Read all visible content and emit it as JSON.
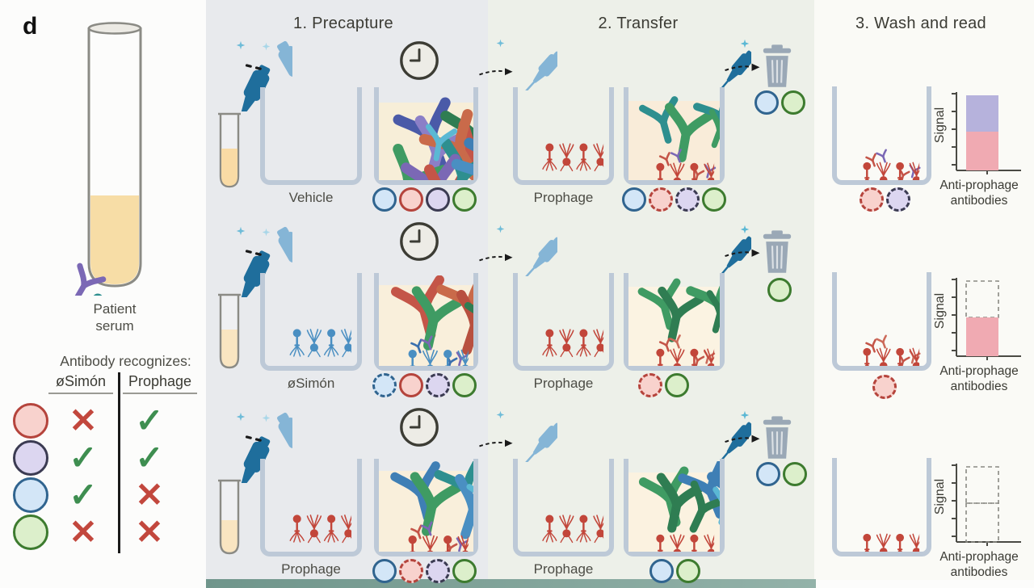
{
  "panel": {
    "label": "d"
  },
  "left": {
    "tube_caption": "Patient serum",
    "table": {
      "title": "Antibody recognizes:",
      "col1": "øSimón",
      "col2": "Prophage",
      "rows": [
        {
          "markers": [
            "red-solid"
          ],
          "simon": "cross",
          "prophage": "check"
        },
        {
          "markers": [
            "purple-solid"
          ],
          "simon": "check",
          "prophage": "check"
        },
        {
          "markers": [
            "blue-solid"
          ],
          "simon": "check",
          "prophage": "cross"
        },
        {
          "markers": [
            "green-solid"
          ],
          "simon": "cross",
          "prophage": "cross"
        }
      ]
    }
  },
  "steps": [
    {
      "title": "1. Precapture"
    },
    {
      "title": "2. Transfer"
    },
    {
      "title": "3. Wash and read"
    }
  ],
  "rows": [
    {
      "precapture": {
        "label": "Vehicle",
        "markers": [
          "blue-solid",
          "red-solid",
          "purple-solid",
          "green-solid"
        ]
      },
      "transfer": {
        "label": "Prophage",
        "markers": [
          "blue-solid",
          "red-dashed",
          "purple-dashed",
          "green-solid"
        ],
        "discard_markers": [
          "blue-solid",
          "green-solid"
        ]
      },
      "wash": {
        "markers": [
          "red-dashed",
          "purple-dashed"
        ],
        "chart": {
          "type": "bar",
          "ylabel": "Signal",
          "xlabel": "Anti-prophage antibodies",
          "segments": [
            {
              "name": "purple-antibody-signal",
              "style": "solid",
              "color": "#b6b2dc",
              "y": "10",
              "h": "45"
            },
            {
              "name": "red-antibody-signal",
              "style": "solid",
              "color": "#f0aab2",
              "y": "55",
              "h": "48"
            }
          ]
        }
      }
    },
    {
      "precapture": {
        "label": "øSimón",
        "markers": [
          "blue-dashed",
          "red-solid",
          "purple-dashed",
          "green-solid"
        ]
      },
      "transfer": {
        "label": "Prophage",
        "markers": [
          "red-dashed",
          "green-solid"
        ],
        "discard_markers": [
          "green-solid"
        ]
      },
      "wash": {
        "markers": [
          "red-dashed"
        ],
        "chart": {
          "type": "bar",
          "ylabel": "Signal",
          "xlabel": "Anti-prophage antibodies",
          "segments": [
            {
              "name": "missing-purple-signal",
              "style": "dashed",
              "color": "none",
              "y": "10",
              "h": "45"
            },
            {
              "name": "red-antibody-signal",
              "style": "solid",
              "color": "#f0aab2",
              "y": "55",
              "h": "48"
            }
          ]
        }
      }
    },
    {
      "precapture": {
        "label": "Prophage",
        "markers": [
          "blue-solid",
          "red-dashed",
          "purple-dashed",
          "green-solid"
        ]
      },
      "transfer": {
        "label": "Prophage",
        "markers": [
          "blue-solid",
          "green-solid"
        ],
        "discard_markers": [
          "blue-solid",
          "green-solid"
        ]
      },
      "wash": {
        "markers": [],
        "chart": {
          "type": "bar",
          "ylabel": "Signal",
          "xlabel": "Anti-prophage antibodies",
          "segments": [
            {
              "name": "missing-purple-signal",
              "style": "dashed",
              "color": "none",
              "y": "10",
              "h": "45"
            },
            {
              "name": "missing-red-signal",
              "style": "dashed",
              "color": "none",
              "y": "55",
              "h": "48"
            }
          ]
        }
      }
    }
  ],
  "icons": {
    "clock": "clock-icon",
    "trash": "trash-icon",
    "pipette": "pipette-icon",
    "phage": "phage-icon",
    "antibody": "antibody-icon",
    "test_tube": "test-tube-icon"
  },
  "colors": {
    "precapture_bg": "#e8eaed",
    "transfer_bg": "#edf0e9",
    "wash_bg": "#fafaf6",
    "bottom_strip": "#7fa39a",
    "well_wall": "#bdc9d7",
    "well_liquid": "#f7eed8",
    "serum": "#f8d9a2",
    "phage_red": "#c2463a",
    "phage_blue": "#4a8fc2",
    "bar_pink": "#f0aab2",
    "bar_purple": "#b6b2dc",
    "check_green": "#3e8e50",
    "cross_red": "#c2473d",
    "pipette_dark": "#1f6e9c",
    "pipette_light": "#85b5d6",
    "trash_gray": "#9aa8b6"
  }
}
